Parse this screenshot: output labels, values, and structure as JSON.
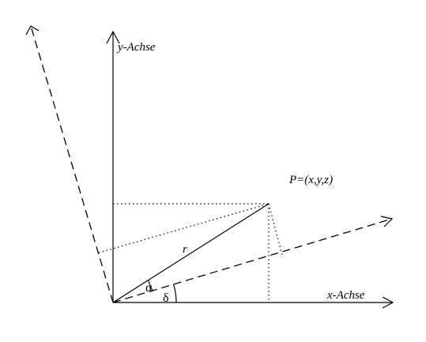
{
  "labels": {
    "y_axis": "y-Achse",
    "x_axis": "x-Achse",
    "point": "P=(x,y,z)",
    "radius": "r",
    "alpha": "α",
    "delta": "δ"
  },
  "colors": {
    "line": "#000000",
    "background": "#ffffff"
  }
}
